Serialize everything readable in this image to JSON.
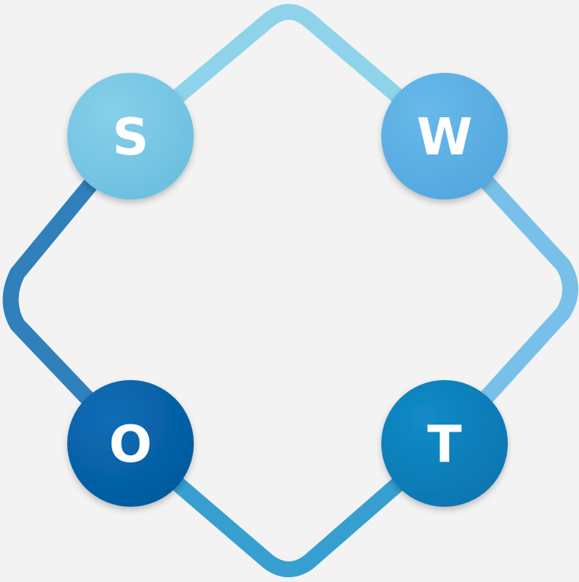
{
  "colors": {
    "background": "#f3f3f3",
    "edge_top": "#8ed3ea",
    "edge_right": "#78c0e9",
    "edge_left": "#2f80bb",
    "edge_bottom": "#379fcf",
    "node_s": "#79c9e6",
    "node_w": "#5db2e6",
    "node_o": "#0564ac",
    "node_t": "#0b80bd",
    "letter": "#ffffff"
  },
  "nodes": [
    {
      "key": "s",
      "label": "S"
    },
    {
      "key": "w",
      "label": "W"
    },
    {
      "key": "o",
      "label": "O"
    },
    {
      "key": "t",
      "label": "T"
    }
  ]
}
